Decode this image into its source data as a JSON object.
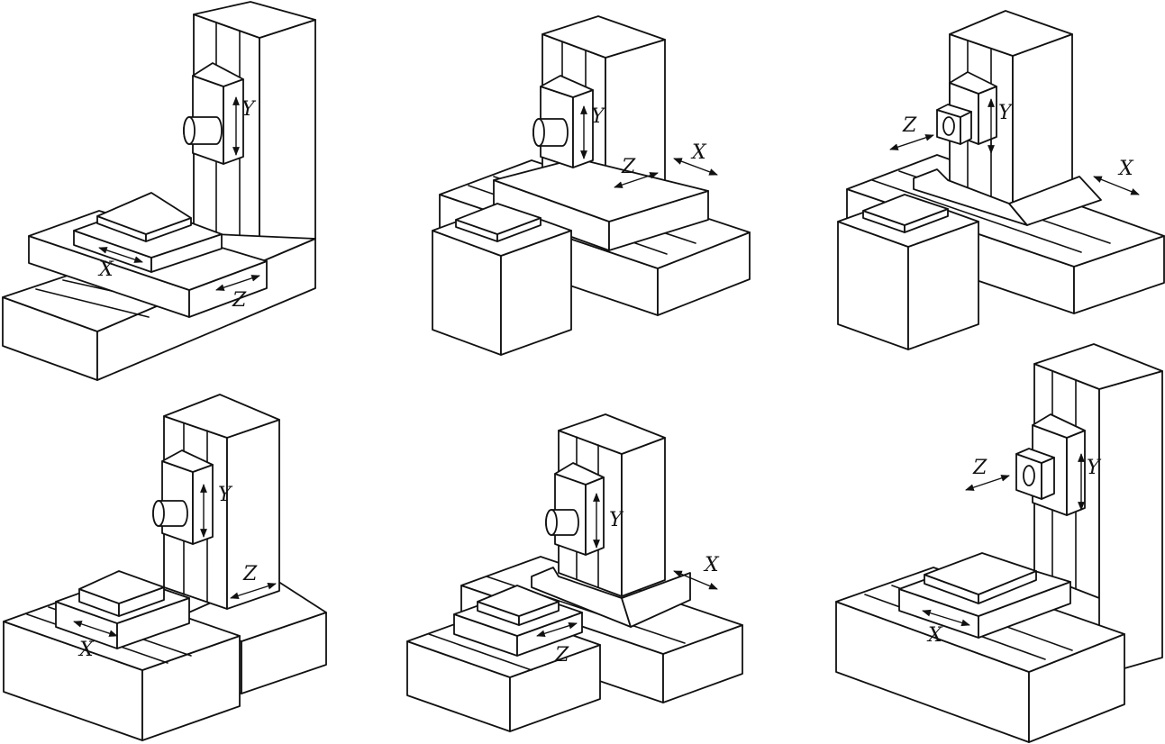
{
  "machines": [
    {
      "id": 1,
      "labels": {
        "x": "X",
        "y": "Y",
        "z": "Z"
      }
    },
    {
      "id": 2,
      "labels": {
        "x": "X",
        "y": "Y",
        "z": "Z"
      }
    },
    {
      "id": 3,
      "labels": {
        "x": "X",
        "y": "Y",
        "z": "Z"
      }
    },
    {
      "id": 4,
      "labels": {
        "x": "X",
        "y": "Y",
        "z": "Z"
      }
    },
    {
      "id": 5,
      "labels": {
        "x": "X",
        "y": "Y",
        "z": "Z"
      }
    },
    {
      "id": 6,
      "labels": {
        "x": "X",
        "y": "Y",
        "z": "Z"
      }
    }
  ]
}
